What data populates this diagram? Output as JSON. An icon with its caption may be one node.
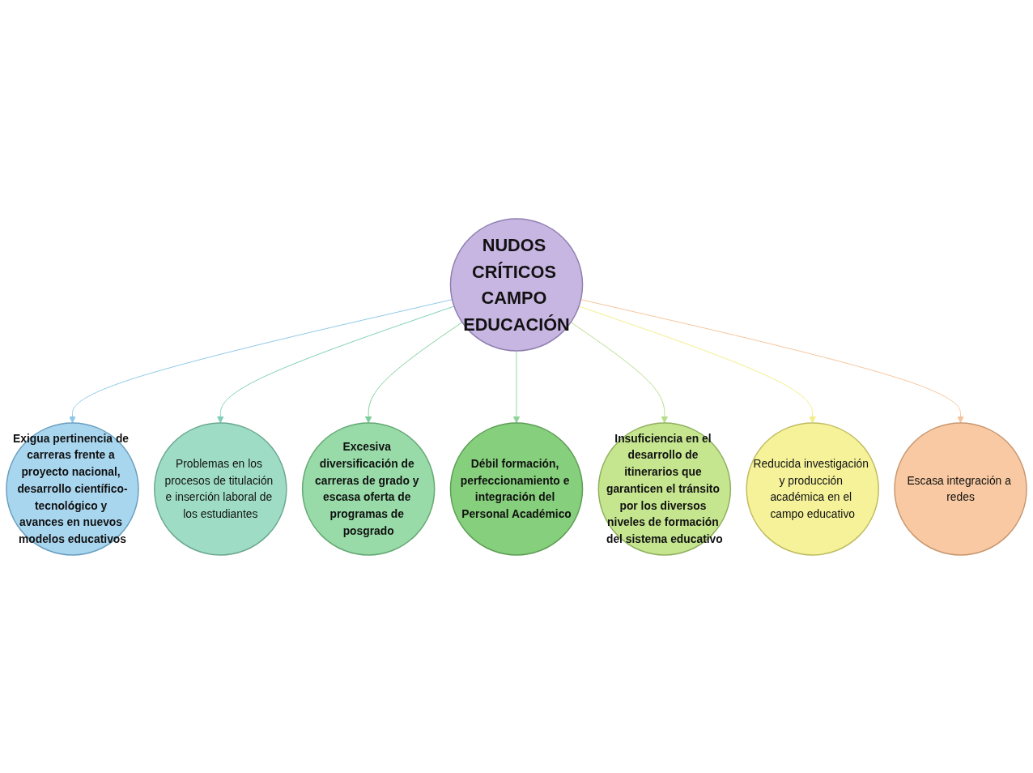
{
  "diagram": {
    "nodes": [
      {
        "text": [
          "NUDOS CRÍTICOS CAMPO EDUCACIÓN"
        ]
      },
      {
        "text": [
          "Exigua pertinencia de carreras frente a proyecto nacional, desarrollo científico-tecnológico y avances en nuevos modelos educativos"
        ]
      },
      {
        "text": [
          "Problemas en los procesos de titulación e inserción laboral de los estudiantes"
        ]
      },
      {
        "text": [
          "Excesiva diversificación de carreras de grado y escasa oferta de programas de posgrado"
        ]
      },
      {
        "text": [
          "Débil formación, perfeccionamiento e integración del Personal Académico"
        ]
      },
      {
        "text": [
          "Insuficiencia en el desarrollo de itinerarios que garanticen el tránsito por los diversos niveles de formación del sistema educativo"
        ]
      },
      {
        "text": [
          "Reducida investigación y producción académica en el campo educativo"
        ]
      },
      {
        "text": [
          "Escasa integración a redes"
        ]
      }
    ],
    "edges": [
      {
        "from": 0,
        "to": 1,
        "arrow": "to",
        "color": "#8ec8e8"
      },
      {
        "from": 0,
        "to": 2,
        "arrow": "to",
        "color": "#7fceb8"
      },
      {
        "from": 0,
        "to": 3,
        "arrow": "to",
        "color": "#7ccf9c"
      },
      {
        "from": 0,
        "to": 4,
        "arrow": "to",
        "color": "#8fd49a"
      },
      {
        "from": 0,
        "to": 5,
        "arrow": "to",
        "color": "#b6dd8c"
      },
      {
        "from": 0,
        "to": 6,
        "arrow": "to",
        "color": "#f2ee88"
      },
      {
        "from": 0,
        "to": 7,
        "arrow": "to",
        "color": "#f6c49c"
      }
    ]
  }
}
